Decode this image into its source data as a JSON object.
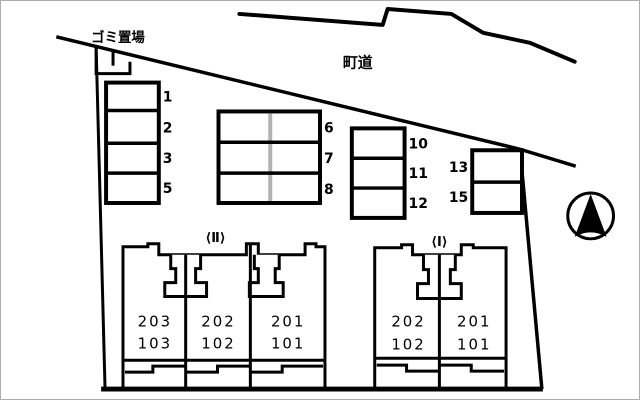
{
  "plan": {
    "road_label": "町道",
    "garbage_label": "ゴミ置場",
    "compass": "north-arrow",
    "colors": {
      "line": "#000000",
      "stall_divider_gray": "#b2b2b2",
      "background": "#ffffff"
    },
    "parking": {
      "left_column": [
        "1",
        "2",
        "3",
        "5"
      ],
      "center_block": [
        "6",
        "7",
        "8"
      ],
      "mid_right_block": [
        "10",
        "11",
        "12"
      ],
      "right_block": [
        "13",
        "15"
      ]
    },
    "building2": {
      "label": "⟨Ⅱ⟩",
      "units": [
        {
          "upper": "203",
          "lower": "103"
        },
        {
          "upper": "202",
          "lower": "102"
        },
        {
          "upper": "201",
          "lower": "101"
        }
      ]
    },
    "building1": {
      "label": "⟨Ⅰ⟩",
      "units": [
        {
          "upper": "202",
          "lower": "102"
        },
        {
          "upper": "201",
          "lower": "101"
        }
      ]
    }
  }
}
